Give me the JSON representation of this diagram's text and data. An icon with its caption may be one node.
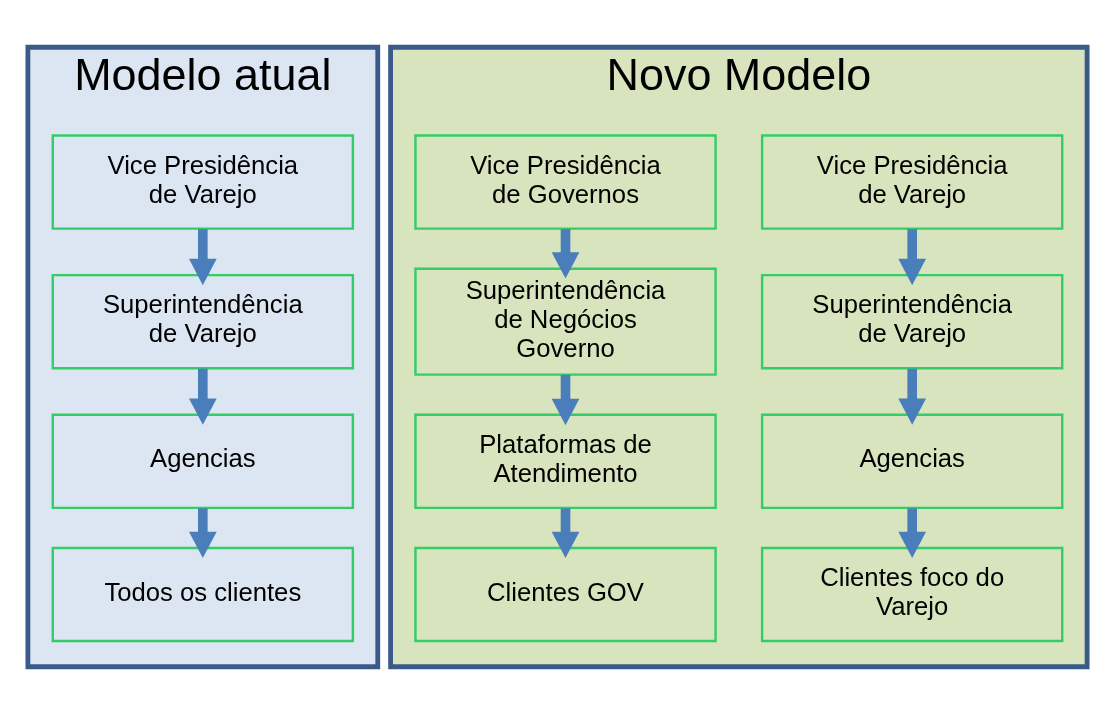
{
  "diagram": {
    "nodes": [
      {
        "text": [
          "Modelo atual"
        ]
      },
      {
        "text": [
          "Vice Presidência de Varejo"
        ],
        "in": 0
      },
      {
        "text": [
          "Superintendência de Varejo"
        ],
        "in": 0
      },
      {
        "text": [
          "Agencias"
        ],
        "in": 0
      },
      {
        "text": [
          "Todos os clientes"
        ],
        "in": 0
      },
      {
        "text": [
          "Novo Modelo"
        ]
      },
      {
        "text": [
          "Vice Presidência de Varejo"
        ],
        "in": 5
      },
      {
        "text": [
          "Superintendência de Varejo"
        ],
        "in": 5
      },
      {
        "text": [
          "Agencias"
        ],
        "in": 5
      },
      {
        "text": [
          "Clientes foco do Varejo"
        ],
        "in": 5
      },
      {
        "text": [
          "Vice Presidência de Governos"
        ],
        "in": 5
      },
      {
        "text": [
          "Superintendência de Negócios Governo"
        ],
        "in": 5
      },
      {
        "text": [
          "Plataformas de Atendimento"
        ],
        "in": 5
      },
      {
        "text": [
          "Clientes GOV"
        ],
        "in": 5
      }
    ],
    "edges": [
      {
        "from": 1,
        "to": 2,
        "arrow": "to"
      },
      {
        "from": 2,
        "to": 3,
        "arrow": "to"
      },
      {
        "from": 3,
        "to": 4,
        "arrow": "to"
      },
      {
        "from": 6,
        "to": 7,
        "arrow": "to"
      },
      {
        "from": 7,
        "to": 8,
        "arrow": "to"
      },
      {
        "from": 8,
        "to": 9,
        "arrow": "to"
      },
      {
        "from": 10,
        "to": 11,
        "arrow": "to"
      },
      {
        "from": 11,
        "to": 12,
        "arrow": "to"
      },
      {
        "from": 12,
        "to": 13,
        "arrow": "to"
      }
    ]
  }
}
